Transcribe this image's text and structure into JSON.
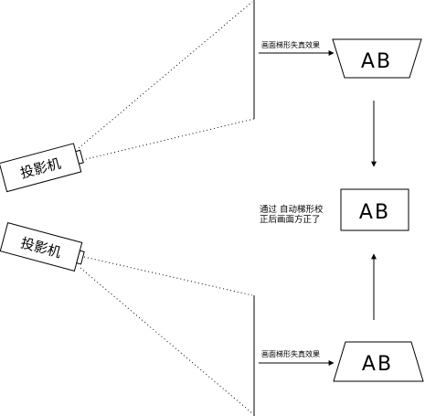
{
  "projector_top": {
    "label": "投影机"
  },
  "projector_bottom": {
    "label": "投影机"
  },
  "caption_top": "画面梯形失真效果",
  "caption_bottom": "画面梯形失真效果",
  "caption_middle": {
    "line1": "通过 自动梯形校",
    "line2": "正后画面方正了"
  },
  "screen_top": {
    "text": "AB"
  },
  "screen_middle": {
    "text": "AB"
  },
  "screen_bottom": {
    "text": "AB"
  },
  "colors": {
    "line": "#000000",
    "background": "#ffffff"
  }
}
